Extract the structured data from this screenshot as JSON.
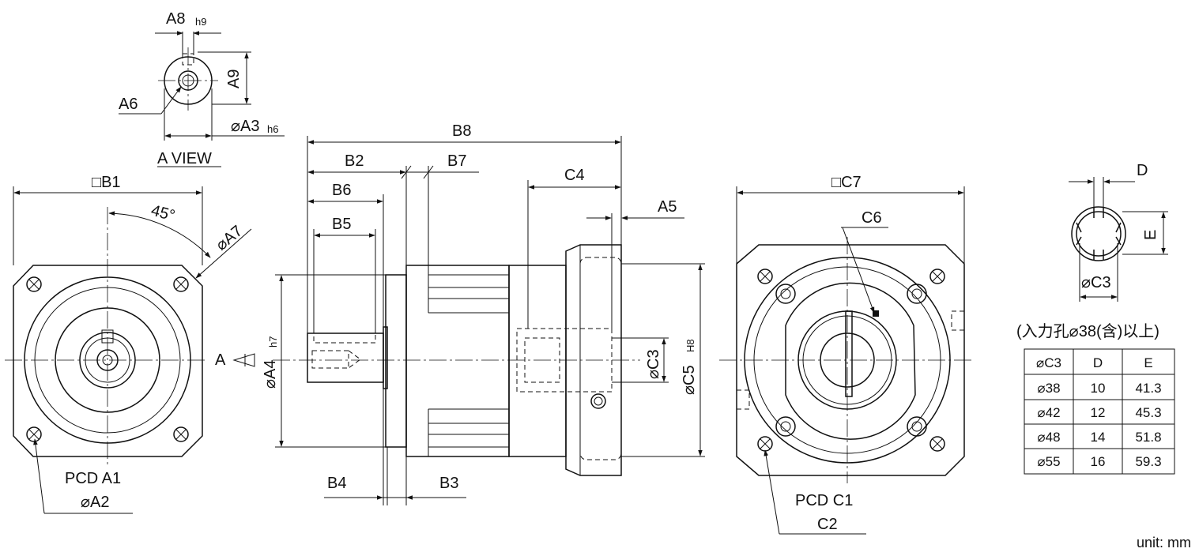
{
  "a_view": {
    "a8": "A8",
    "a8_tol": "h9",
    "a9": "A9",
    "a6": "A6",
    "a3": "⌀A3",
    "a3_tol": "h6",
    "title": "A VIEW"
  },
  "front_view": {
    "b1": "□B1",
    "angle": "45°",
    "a7": "⌀A7",
    "arrow_label": "A",
    "pcd": "PCD A1",
    "a2": "⌀A2"
  },
  "side_view": {
    "b8": "B8",
    "b2": "B2",
    "b7": "B7",
    "b6": "B6",
    "b5": "B5",
    "c4": "C4",
    "a5": "A5",
    "a4": "⌀A4",
    "a4_tol": "h7",
    "c3": "⌀C3",
    "c5": "⌀C5",
    "c5_tol": "H8",
    "b4": "B4",
    "b3": "B3"
  },
  "rear_view": {
    "c7": "□C7",
    "c6": "C6",
    "pcd": "PCD C1",
    "c2": "C2"
  },
  "bore_detail": {
    "d": "D",
    "e": "E",
    "c3": "⌀C3",
    "note": "(入力孔⌀38(含)以上)"
  },
  "table": {
    "headers": [
      "⌀C3",
      "D",
      "E"
    ],
    "rows": [
      [
        "⌀38",
        "10",
        "41.3"
      ],
      [
        "⌀42",
        "12",
        "45.3"
      ],
      [
        "⌀48",
        "14",
        "51.8"
      ],
      [
        "⌀55",
        "16",
        "59.3"
      ]
    ]
  },
  "unit": "unit: mm"
}
